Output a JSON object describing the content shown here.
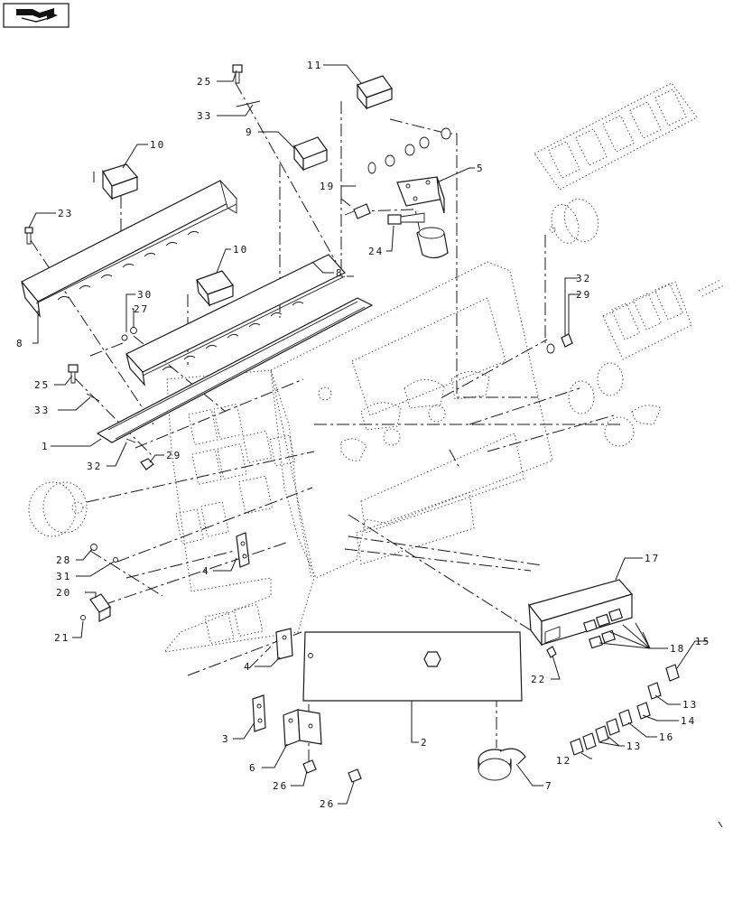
{
  "nav_icon": "book-arrow-icon",
  "callouts": {
    "c1": "1",
    "c2": "2",
    "c3": "3",
    "c4a": "4",
    "c4b": "4",
    "c5": "5",
    "c6": "6",
    "c7": "7",
    "c8a": "8",
    "c8b": "8",
    "c9": "9",
    "c10a": "10",
    "c10b": "10",
    "c11": "11",
    "c12": "12",
    "c13a": "13",
    "c13b": "13",
    "c14": "14",
    "c15": "15",
    "c16": "16",
    "c17": "17",
    "c18": "18",
    "c19": "19",
    "c20": "20",
    "c21": "21",
    "c22": "22",
    "c23": "23",
    "c24": "24",
    "c25a": "25",
    "c25b": "25",
    "c26a": "26",
    "c26b": "26",
    "c27": "27",
    "c28": "28",
    "c29a": "29",
    "c29b": "29",
    "c30": "30",
    "c31": "31",
    "c32a": "32",
    "c32b": "32",
    "c33a": "33",
    "c33b": "33"
  }
}
